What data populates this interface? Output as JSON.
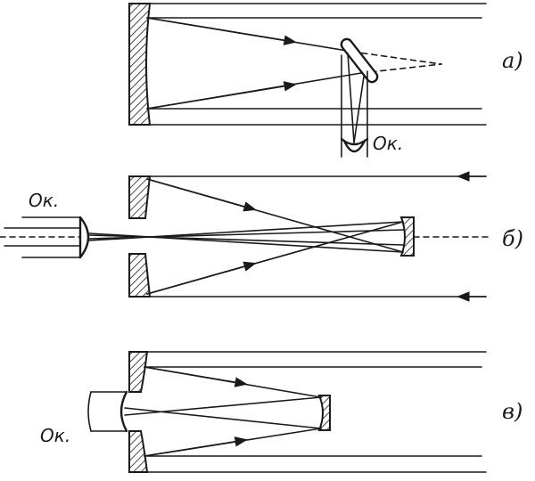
{
  "labels": {
    "panel_a": "а)",
    "panel_b": "б)",
    "panel_c": "в)",
    "eyepiece_a": "Ок.",
    "eyepiece_b": "Ок.",
    "eyepiece_c": "Ок."
  }
}
